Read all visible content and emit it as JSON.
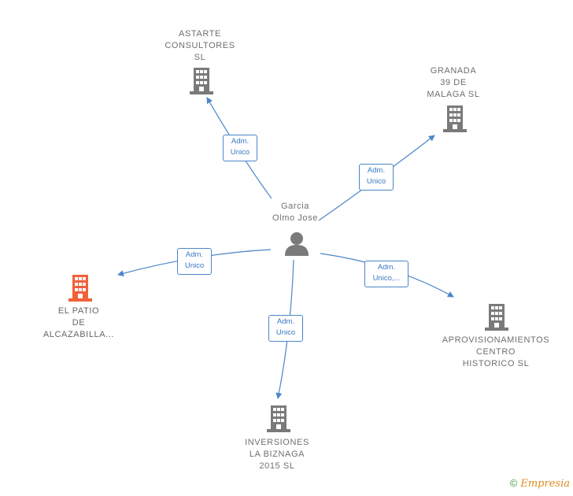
{
  "center": {
    "label": "Garcia\nOlmo Jose"
  },
  "nodes": [
    {
      "id": "astarte",
      "label": "ASTARTE\nCONSULTORES\nSL",
      "highlight": false
    },
    {
      "id": "granada",
      "label": "GRANADA\n39 DE\nMALAGA  SL",
      "highlight": false
    },
    {
      "id": "elpatio",
      "label": "EL PATIO\nDE\nALCAZABILLA...",
      "highlight": true
    },
    {
      "id": "aprov",
      "label": "APROVISIONAMIENTOS\nCENTRO\nHISTORICO  SL",
      "highlight": false
    },
    {
      "id": "inversiones",
      "label": "INVERSIONES\nLA BIZNAGA\n2015  SL",
      "highlight": false
    }
  ],
  "edges": [
    {
      "to": "astarte",
      "label": "Adm.\nUnico"
    },
    {
      "to": "granada",
      "label": "Adm.\nUnico"
    },
    {
      "to": "elpatio",
      "label": "Adm.\nUnico"
    },
    {
      "to": "aprov",
      "label": "Adm.\nUnico,..."
    },
    {
      "to": "inversiones",
      "label": "Adm.\nUnico"
    }
  ],
  "colors": {
    "edge": "#4a86c8",
    "building": "#7a7a7a",
    "building_highlight": "#f0623a",
    "person": "#7a7a7a"
  },
  "footer": {
    "symbol": "©",
    "brand": "Empresia"
  }
}
